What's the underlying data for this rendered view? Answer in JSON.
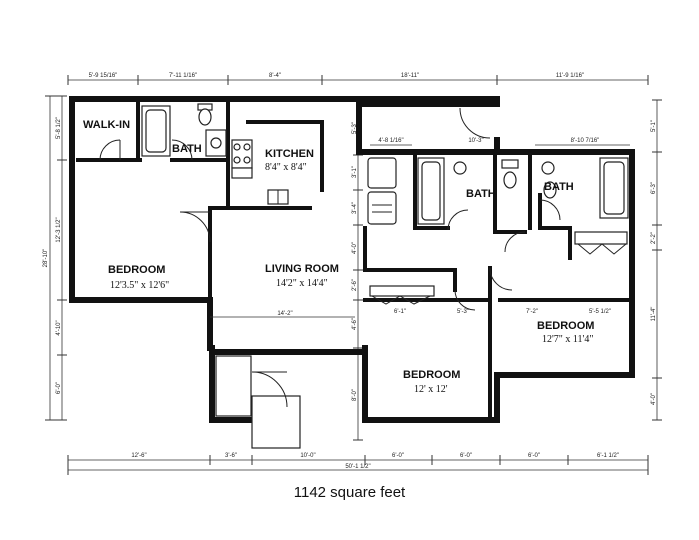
{
  "caption": "1142 square feet",
  "rooms": {
    "walkin": {
      "label": "WALK-IN"
    },
    "bath_left": {
      "label": "BATH"
    },
    "kitchen": {
      "label": "KITCHEN",
      "size": "8'4\" x 8'4\""
    },
    "bedroom_left": {
      "label": "BEDROOM",
      "size": "12'3.5\" x 12'6\""
    },
    "living": {
      "label": "LIVING ROOM",
      "size": "14'2\" x 14'4\""
    },
    "bath_mid": {
      "label": "BATH"
    },
    "bath_right": {
      "label": "BATH"
    },
    "bedroom_right": {
      "label": "BEDROOM",
      "size": "12'7\" x 11'4\""
    },
    "bedroom_bottom": {
      "label": "BEDROOM",
      "size": "12' x 12'"
    }
  },
  "dimensions": {
    "top": [
      "5'-9 15/16\"",
      "7'-11 1/16\"",
      "8'-4\"",
      "18'-11\"",
      "11'-9 1/16\""
    ],
    "bottom": [
      "12'-6\"",
      "3'-6\"",
      "10'-0\"",
      "6'-0\"",
      "6'-0\"",
      "6'-0\"",
      "6'-1 1/2\""
    ],
    "bottom_total": "50'-1 1/2\"",
    "left_total": "28'-10\"",
    "left": [
      "5'-8 1/2\"",
      "12'-3 1/2\"",
      "4'-10\"",
      "6'-0\""
    ],
    "center_col": [
      "5'-3\"",
      "3'-1\"",
      "3'-4\"",
      "4'-0\"",
      "2'-6\"",
      "4'-6\"",
      "8'-0\""
    ],
    "right": [
      "5'-1\"",
      "6'-3\"",
      "2'-2\"",
      "11'-4\"",
      "4'-0\""
    ],
    "interior": {
      "bath_mid_width": "4'-8 1/16\"",
      "hall": "10'-3\"",
      "bath_right_width": "8'-10 7/16\"",
      "living_width": "14'-2\"",
      "closet_a": "6'-1\"",
      "closet_b": "5'-3\"",
      "closet_c": "7'-2\"",
      "closet_d": "5'-5 1/2\""
    }
  }
}
